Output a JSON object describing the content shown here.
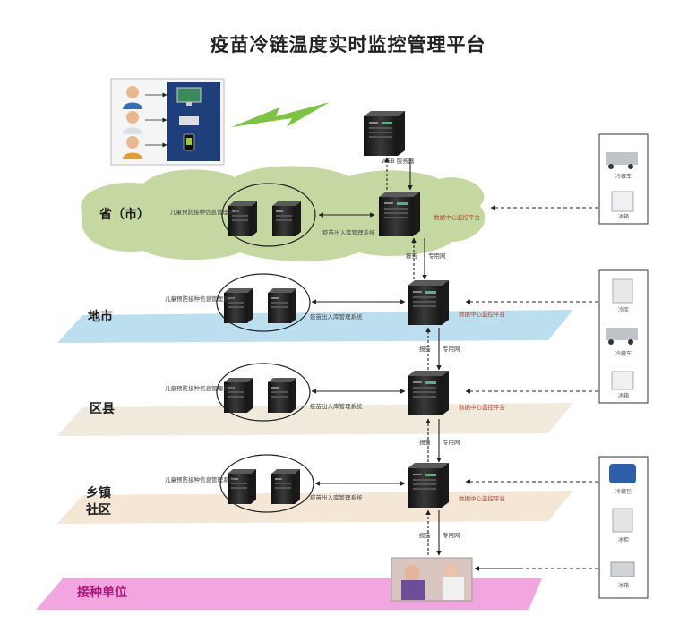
{
  "title": "疫苗冷链温度实时监控管理平台",
  "colors": {
    "cloud": "#c6d8a1",
    "band_city": "#bcdff0",
    "band_county": "#efeadc",
    "band_town": "#f4e7d6",
    "band_unit": "#f2a6e0",
    "lightning": "#7cc442",
    "server": "#2a2a2a",
    "arrow": "#222222"
  },
  "labels": {
    "web_server": "WEB 服务器",
    "data_center": "数据中心监控平台",
    "child_system": "儿童预防接种信息管理系统",
    "vaccine_system": "疫苗出入库管理系统",
    "report": "报告",
    "private_net": "专用网"
  },
  "levels": {
    "province": "省（市）",
    "city": "地市",
    "county": "区县",
    "town_line1": "乡镇",
    "town_line2": "社区",
    "unit": "接种单位"
  },
  "devices": {
    "province": [
      "冷藏车",
      "冰箱"
    ],
    "city": [
      "冷库",
      "冷藏车",
      "冰箱"
    ],
    "town": [
      "冷藏包",
      "冰柜",
      "冰箱"
    ]
  },
  "icons": [
    "user-icon",
    "monitor-icon",
    "server-icon",
    "phone-icon",
    "lightning-bolt",
    "vaccination-photo"
  ]
}
